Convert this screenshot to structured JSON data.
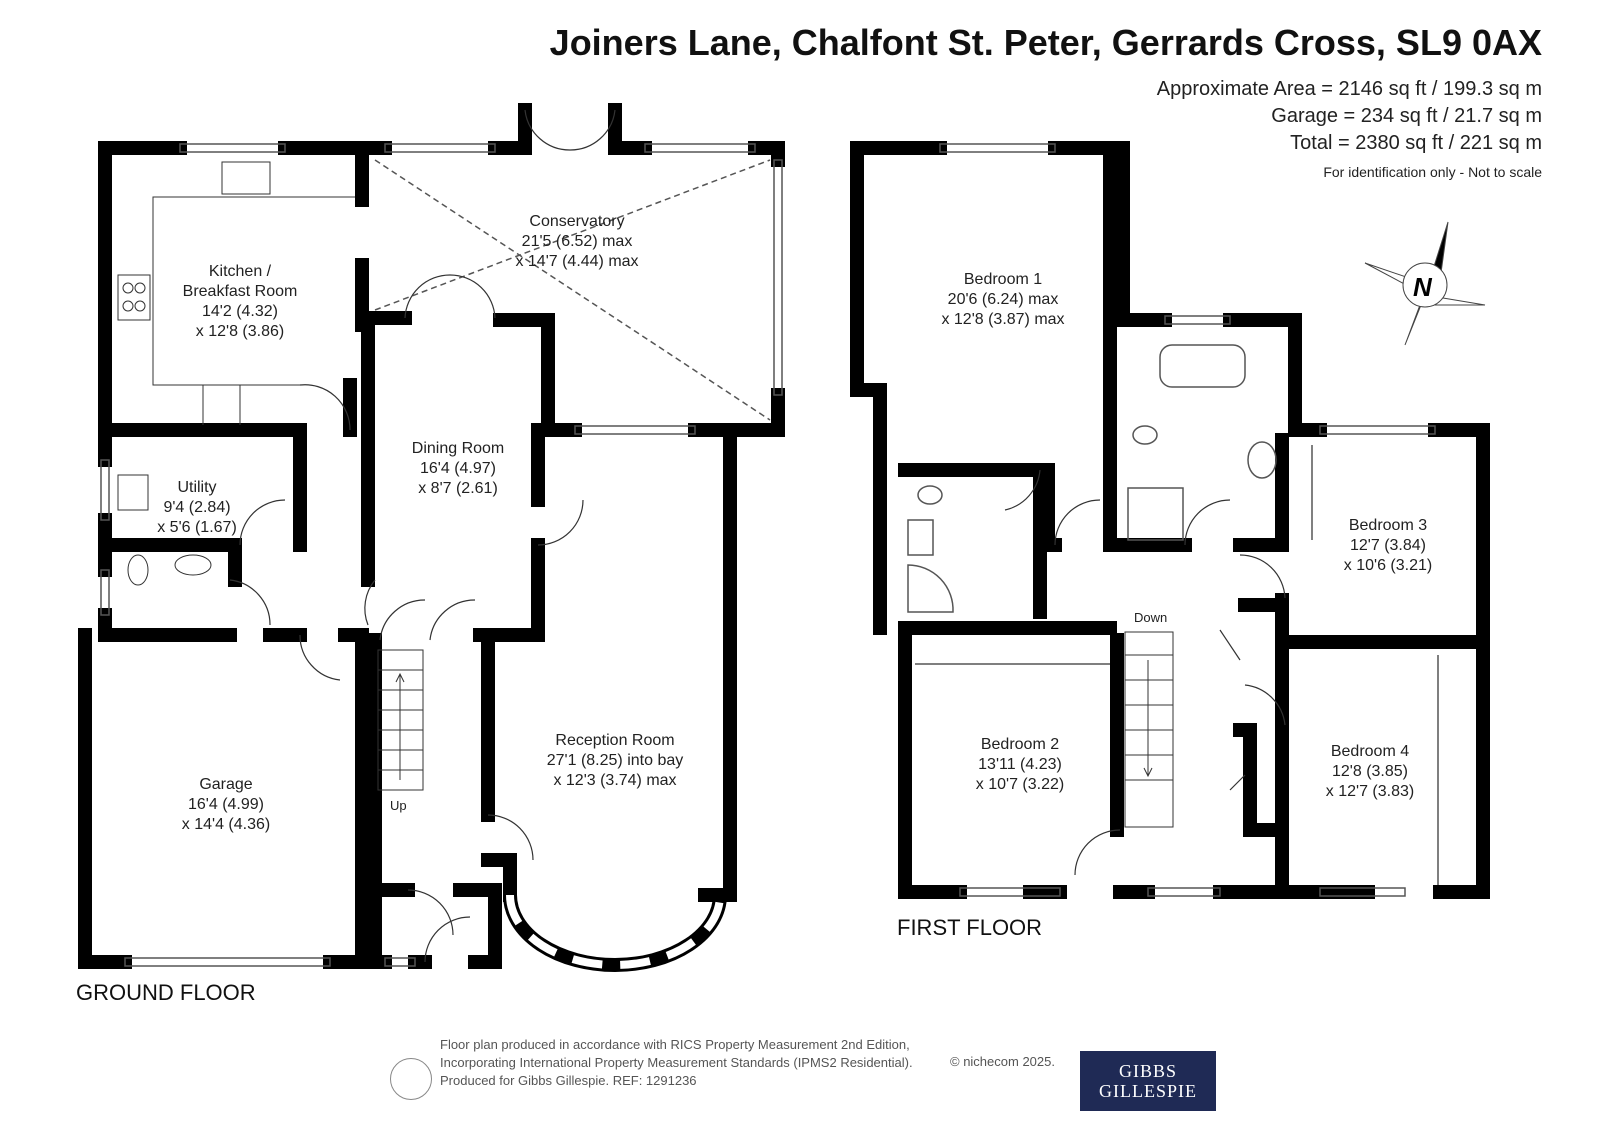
{
  "header": {
    "address": "Joiners Lane, Chalfont St. Peter, Gerrards Cross, SL9 0AX",
    "approx_area": "Approximate Area = 2146 sq ft / 199.3 sq m",
    "garage_area": "Garage = 234 sq ft / 21.7 sq m",
    "total_area": "Total = 2380 sq ft / 221 sq m",
    "disclaimer": "For identification only - Not to scale"
  },
  "compass": {
    "label": "N"
  },
  "ground_floor": {
    "label": "GROUND FLOOR",
    "rooms": [
      {
        "name": "Kitchen /",
        "name2": "Breakfast Room",
        "dim1": "14'2 (4.32)",
        "dim2": "x 12'8 (3.86)"
      },
      {
        "name": "Conservatory",
        "dim1": "21'5 (6.52) max",
        "dim2": "x 14'7 (4.44) max"
      },
      {
        "name": "Dining Room",
        "dim1": "16'4 (4.97)",
        "dim2": "x 8'7 (2.61)"
      },
      {
        "name": "Utility",
        "dim1": "9'4 (2.84)",
        "dim2": "x 5'6 (1.67)"
      },
      {
        "name": "Reception Room",
        "dim1": "27'1 (8.25) into bay",
        "dim2": "x 12'3 (3.74) max"
      },
      {
        "name": "Garage",
        "dim1": "16'4 (4.99)",
        "dim2": "x 14'4 (4.36)"
      }
    ],
    "stairs_label": "Up"
  },
  "first_floor": {
    "label": "FIRST FLOOR",
    "rooms": [
      {
        "name": "Bedroom 1",
        "dim1": "20'6 (6.24) max",
        "dim2": "x 12'8 (3.87) max"
      },
      {
        "name": "Bedroom 3",
        "dim1": "12'7 (3.84)",
        "dim2": "x 10'6 (3.21)"
      },
      {
        "name": "Bedroom 2",
        "dim1": "13'11 (4.23)",
        "dim2": "x 10'7 (3.22)"
      },
      {
        "name": "Bedroom 4",
        "dim1": "12'8 (3.85)",
        "dim2": "x 12'7 (3.83)"
      }
    ],
    "stairs_label": "Down"
  },
  "footer": {
    "line1": "Floor plan produced in accordance with RICS Property Measurement 2nd Edition,",
    "line2": "Incorporating International Property Measurement Standards (IPMS2 Residential).",
    "line3": "Produced for Gibbs Gillespie.   REF:  1291236",
    "copyright": "© nichecom 2025.",
    "logo_line1": "GIBBS",
    "logo_line2": "GILLESPIE"
  },
  "colors": {
    "wall": "#000000",
    "logo_bg": "#1f2a55"
  }
}
